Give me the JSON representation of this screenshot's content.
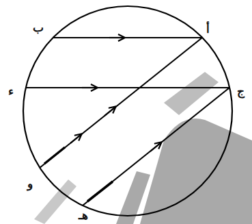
{
  "diagram": {
    "labels": [
      "ب",
      "أ",
      "ء",
      "ج",
      "و",
      "هـ"
    ]
  }
}
